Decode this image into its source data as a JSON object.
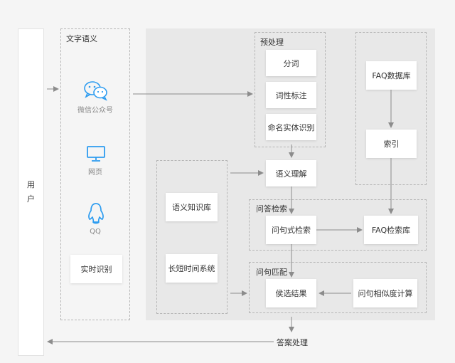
{
  "user": {
    "label": "用\n户"
  },
  "channels": {
    "title": "文字语义",
    "items": [
      {
        "label": "微信公众号",
        "icon": "wechat-icon"
      },
      {
        "label": "网页",
        "icon": "monitor-icon"
      },
      {
        "label": "QQ",
        "icon": "qq-penguin-icon"
      }
    ],
    "realtime": "实时识别"
  },
  "preprocess": {
    "title": "预处理",
    "steps": [
      "分词",
      "词性标注",
      "命名实体识别"
    ]
  },
  "faq": {
    "db": "FAQ数据库",
    "index": "索引"
  },
  "understanding": "语义理解",
  "knowledge": {
    "kb": "语义知识库",
    "memory": "长短时间系统"
  },
  "qa_search": {
    "title": "问答检索",
    "question_search": "问句式检索",
    "faq_search": "FAQ检索库"
  },
  "matching": {
    "title": "问句匹配",
    "candidates": "侯选结果",
    "similarity": "问句相似度计算"
  },
  "answer": "答案处理",
  "colors": {
    "arrow": "#8c8c8c",
    "icon": "#2d9cf0",
    "panel": "#e8e8e8"
  }
}
